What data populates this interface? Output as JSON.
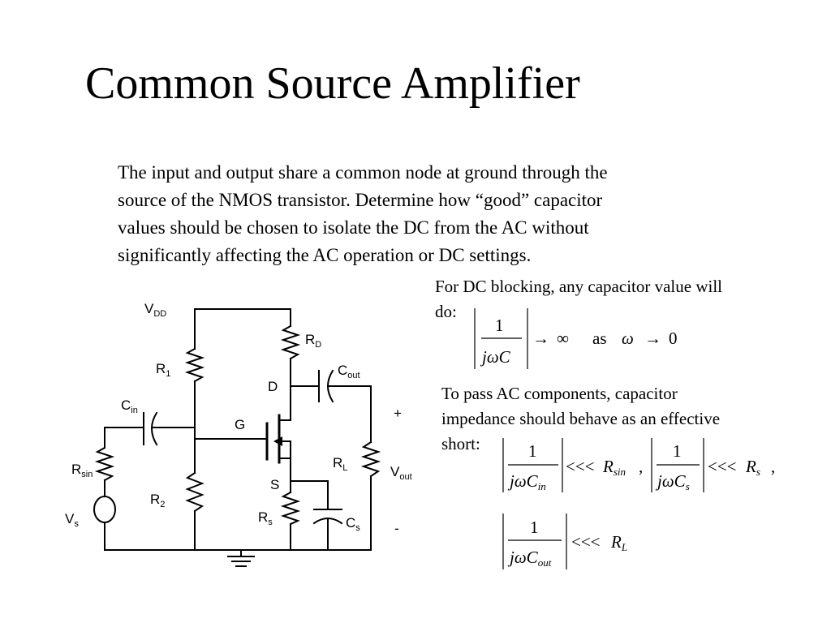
{
  "title": "Common Source Amplifier",
  "intro_lines": [
    "The input and output share a common node at ground through the",
    "source of the NMOS transistor. Determine how “good” capacitor",
    "values should be chosen to isolate the DC from the AC without",
    "significantly affecting the AC operation or DC settings."
  ],
  "dc_note": {
    "line1": "For DC blocking, any capacitor value will",
    "line2": "do:"
  },
  "ac_note": {
    "line1": "To pass AC components, capacitor",
    "line2": "impedance should behave as an effective",
    "line3": "short:"
  },
  "math": {
    "one": "1",
    "j_omega": "jω",
    "C": "C",
    "arrow": "→",
    "infinity": "∞",
    "as": "as",
    "omega": "ω",
    "zero": "0",
    "much_less": "<<<",
    "R": "R",
    "comma": ",",
    "sub_in": "in",
    "sub_s": "s",
    "sub_sin": "sin",
    "sub_out": "out",
    "sub_L": "L"
  },
  "circuit": {
    "vdd": {
      "main": "V",
      "sub": "DD"
    },
    "rd": {
      "main": "R",
      "sub": "D"
    },
    "r1": {
      "main": "R",
      "sub": "1"
    },
    "cout": {
      "main": "C",
      "sub": "out"
    },
    "d": "D",
    "cin": {
      "main": "C",
      "sub": "in"
    },
    "g": "G",
    "plus": "+",
    "rl": {
      "main": "R",
      "sub": "L"
    },
    "vout": {
      "main": "V",
      "sub": "out"
    },
    "rsin": {
      "main": "R",
      "sub": "sin"
    },
    "s": "S",
    "r2": {
      "main": "R",
      "sub": "2"
    },
    "rs": {
      "main": "R",
      "sub": "s"
    },
    "cs": {
      "main": "C",
      "sub": "s"
    },
    "vs": {
      "main": "V",
      "sub": "s"
    },
    "minus": "-"
  }
}
